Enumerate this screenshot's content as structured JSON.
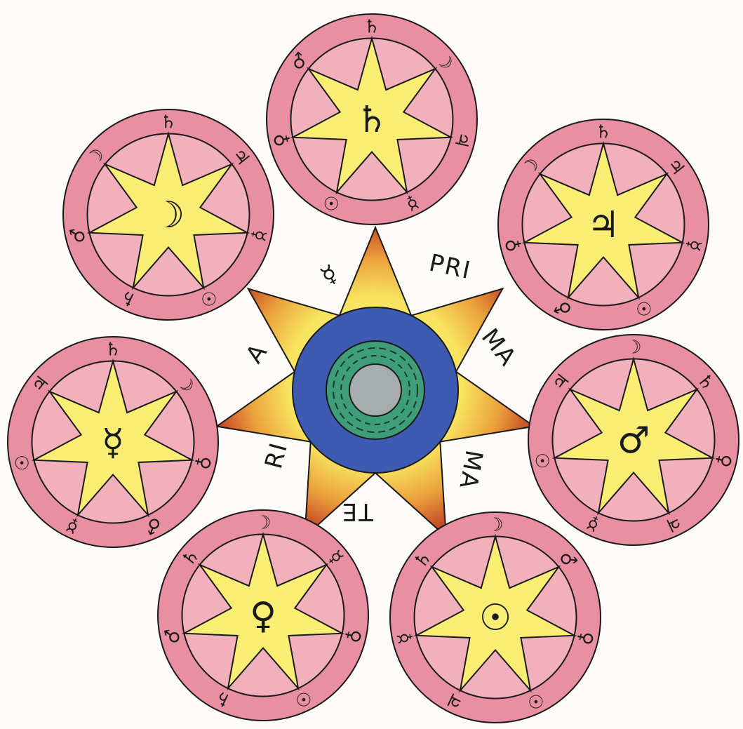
{
  "colors": {
    "background": "#fdfcf8",
    "circle_outer": "#e88fa2",
    "circle_inner": "#f2b0bd",
    "ink": "#1a1a1a",
    "star_yellow": "#f9ee73",
    "star_orange": "#e8a13b",
    "star_red": "#c9502a",
    "blue_ring": "#3d5bb0",
    "green_ring": "#3e9e79",
    "core_grey": "#a7acaf"
  },
  "center": {
    "words": [
      "PRI",
      "MA",
      "MA",
      "TE",
      "RI",
      "A"
    ],
    "glyph": "☿"
  },
  "circles": [
    {
      "name": "saturn",
      "center": "♄",
      "labels": [
        "♄",
        "☽",
        "♃",
        "☿",
        "☉",
        "♀",
        "♂"
      ]
    },
    {
      "name": "jupiter",
      "center": "♃",
      "labels": [
        "♄",
        "♃",
        "☿",
        "☉",
        "♂",
        "♀",
        "☽"
      ]
    },
    {
      "name": "mars",
      "center": "♂",
      "labels": [
        "☽",
        "♄",
        "♀",
        "♃",
        "☿",
        "☉",
        "♃"
      ]
    },
    {
      "name": "sun",
      "center": "☉",
      "labels": [
        "☽",
        "♂",
        "♀",
        "☉",
        "♃",
        "☿",
        "♄"
      ]
    },
    {
      "name": "venus",
      "center": "♀",
      "labels": [
        "☽",
        "☿",
        "♀",
        "☉",
        "♄",
        "♂",
        "♄"
      ]
    },
    {
      "name": "mercury",
      "center": "☿",
      "labels": [
        "♄",
        "☽",
        "♀",
        "♂",
        "☿",
        "☉",
        "♃"
      ]
    },
    {
      "name": "moon",
      "center": "☽",
      "labels": [
        "♄",
        "♃",
        "☿",
        "☉",
        "♄",
        "♂",
        "☽"
      ]
    }
  ]
}
